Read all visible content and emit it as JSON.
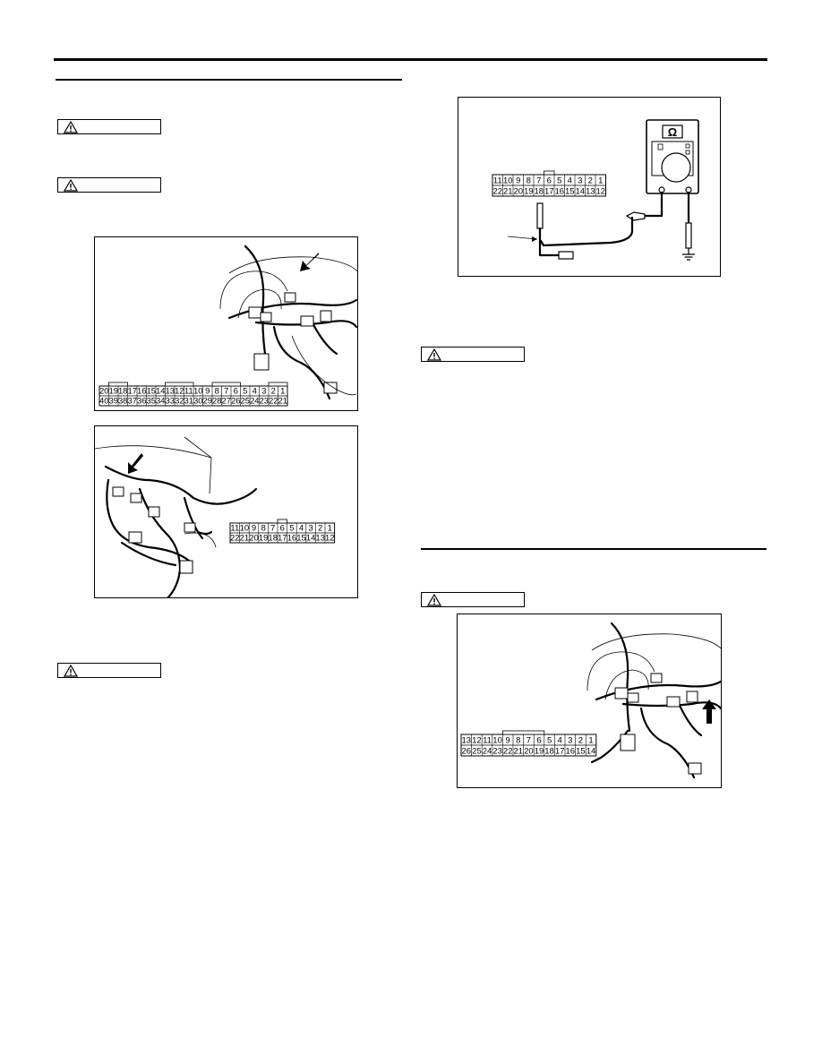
{
  "header": {},
  "left_column": {
    "caution_boxes": [
      {
        "id": "caution-1",
        "icon": "warning-triangle-icon"
      },
      {
        "id": "caution-2",
        "icon": "warning-triangle-icon"
      },
      {
        "id": "caution-3",
        "icon": "warning-triangle-icon"
      }
    ],
    "figure_1": {
      "connector_top_row": [
        "20",
        "19",
        "18",
        "17",
        "16",
        "15",
        "14",
        "13",
        "12",
        "11",
        "10",
        "9",
        "8",
        "7",
        "6",
        "5",
        "4",
        "3",
        "2",
        "1"
      ],
      "connector_bottom_row": [
        "40",
        "39",
        "38",
        "37",
        "36",
        "35",
        "34",
        "33",
        "32",
        "31",
        "30",
        "29",
        "28",
        "27",
        "26",
        "25",
        "24",
        "23",
        "22",
        "21"
      ]
    },
    "figure_2": {
      "connector_top_row": [
        "11",
        "10",
        "9",
        "8",
        "7",
        "6",
        "5",
        "4",
        "3",
        "2",
        "1"
      ],
      "connector_bottom_row": [
        "22",
        "21",
        "20",
        "19",
        "18",
        "17",
        "16",
        "15",
        "14",
        "13",
        "12"
      ]
    }
  },
  "right_column": {
    "figure_3": {
      "meter_symbol": "Ω",
      "connector_top_row": [
        "11",
        "10",
        "9",
        "8",
        "7",
        "6",
        "5",
        "4",
        "3",
        "2",
        "1"
      ],
      "connector_bottom_row": [
        "22",
        "21",
        "20",
        "19",
        "18",
        "17",
        "16",
        "15",
        "14",
        "13",
        "12"
      ]
    },
    "caution_boxes": [
      {
        "id": "caution-4",
        "icon": "warning-triangle-icon"
      },
      {
        "id": "caution-5",
        "icon": "warning-triangle-icon"
      }
    ],
    "figure_4": {
      "connector_top_row": [
        "13",
        "12",
        "11",
        "10",
        "9",
        "8",
        "7",
        "6",
        "5",
        "4",
        "3",
        "2",
        "1"
      ],
      "connector_bottom_row": [
        "26",
        "25",
        "24",
        "23",
        "22",
        "21",
        "20",
        "19",
        "18",
        "17",
        "16",
        "15",
        "14"
      ]
    }
  }
}
